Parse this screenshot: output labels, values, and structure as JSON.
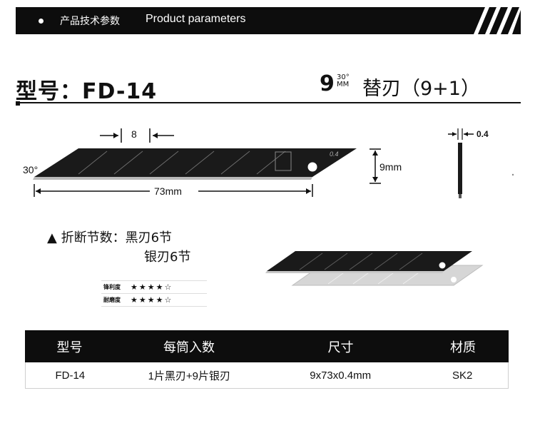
{
  "banner": {
    "title_cn": "产品技术参数",
    "title_en": "Product parameters"
  },
  "model": {
    "label": "型号：FD-14",
    "size_big": "9",
    "size_angle": "30°",
    "size_unit": "MM",
    "name": "替刃（9+1）"
  },
  "drawing": {
    "segment_width": "8",
    "angle": "30°",
    "height": "9mm",
    "length": "73mm",
    "thickness": "0.4",
    "blade_mark": "0.4"
  },
  "breaks": {
    "marker": "▲",
    "label": "折断节数：",
    "black": "黑刃6节",
    "silver": "银刃6节"
  },
  "ratings": [
    {
      "label": "锋利度",
      "stars": "★★★★☆"
    },
    {
      "label": "耐磨度",
      "stars": "★★★★☆"
    }
  ],
  "spec_table": {
    "headers": [
      "型号",
      "每筒入数",
      "尺寸",
      "材质"
    ],
    "rows": [
      [
        "FD-14",
        "1片黑刃+9片银刃",
        "9x73x0.4mm",
        "SK2"
      ]
    ]
  },
  "colors": {
    "banner_bg": "#0d0d0d",
    "black_blade": "#1a1a1a",
    "silver_blade": "#d6d6d6"
  }
}
